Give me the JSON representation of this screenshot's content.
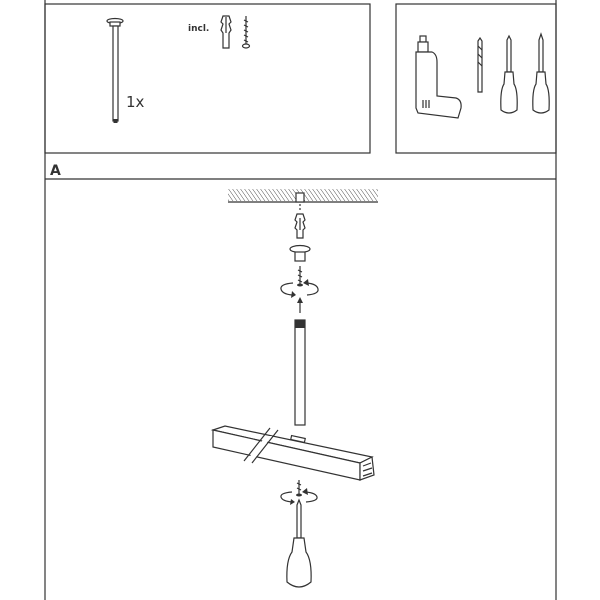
{
  "parts_box": {
    "quantity_label": "1x",
    "included_label": "incl.",
    "items": [
      "suspension-rod",
      "wall-plug",
      "screw"
    ]
  },
  "tools_box": {
    "items": [
      "drill",
      "drill-bit",
      "flat-screwdriver",
      "phillips-screwdriver"
    ]
  },
  "step": {
    "label": "A"
  },
  "colors": {
    "line": "#333333",
    "background": "#ffffff"
  }
}
